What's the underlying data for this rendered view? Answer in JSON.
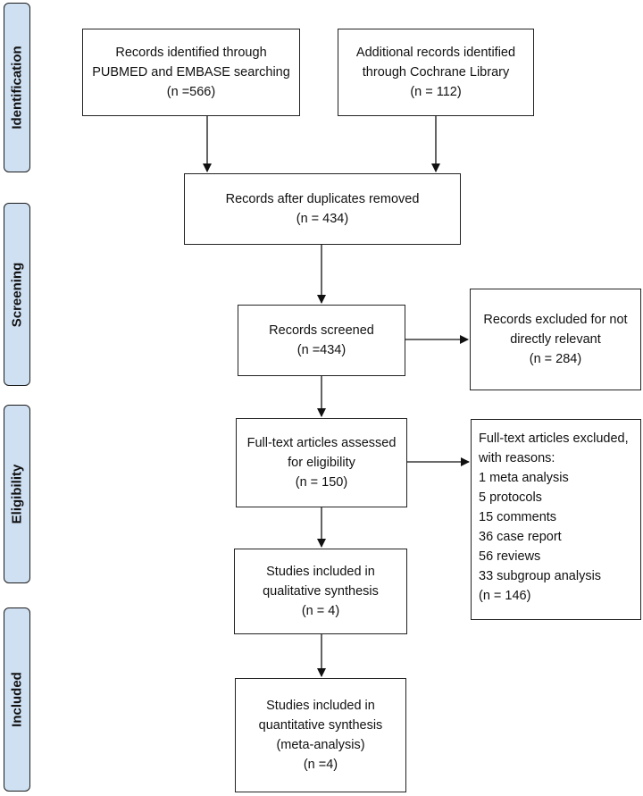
{
  "phases": [
    {
      "id": "identification",
      "label": "Identification"
    },
    {
      "id": "screening",
      "label": "Screening"
    },
    {
      "id": "eligibility",
      "label": "Eligibility"
    },
    {
      "id": "included",
      "label": "Included"
    }
  ],
  "boxes": {
    "records_identified": [
      "Records identified through",
      "PUBMED and EMBASE searching",
      "(n =566)"
    ],
    "additional_records": [
      "Additional records identified",
      "through Cochrane Library",
      "(n = 112)"
    ],
    "after_duplicates": [
      "Records after duplicates removed",
      "(n = 434)"
    ],
    "records_screened": [
      "Records screened",
      "(n =434)"
    ],
    "records_excluded": [
      "Records excluded for not",
      "directly relevant",
      "(n = 284)"
    ],
    "fulltext_assessed": [
      "Full-text articles assessed",
      "for eligibility",
      "(n = 150)"
    ],
    "fulltext_excluded": [
      "Full-text articles excluded,",
      "with reasons:",
      "1 meta analysis",
      "5 protocols",
      "15 comments",
      "36 case report",
      "56 reviews",
      "33 subgroup analysis",
      "(n = 146)"
    ],
    "qualitative": [
      "Studies included in",
      "qualitative synthesis",
      "(n = 4)"
    ],
    "quantitative": [
      "Studies included in",
      "quantitative synthesis",
      "(meta-analysis)",
      "(n =4)"
    ]
  }
}
